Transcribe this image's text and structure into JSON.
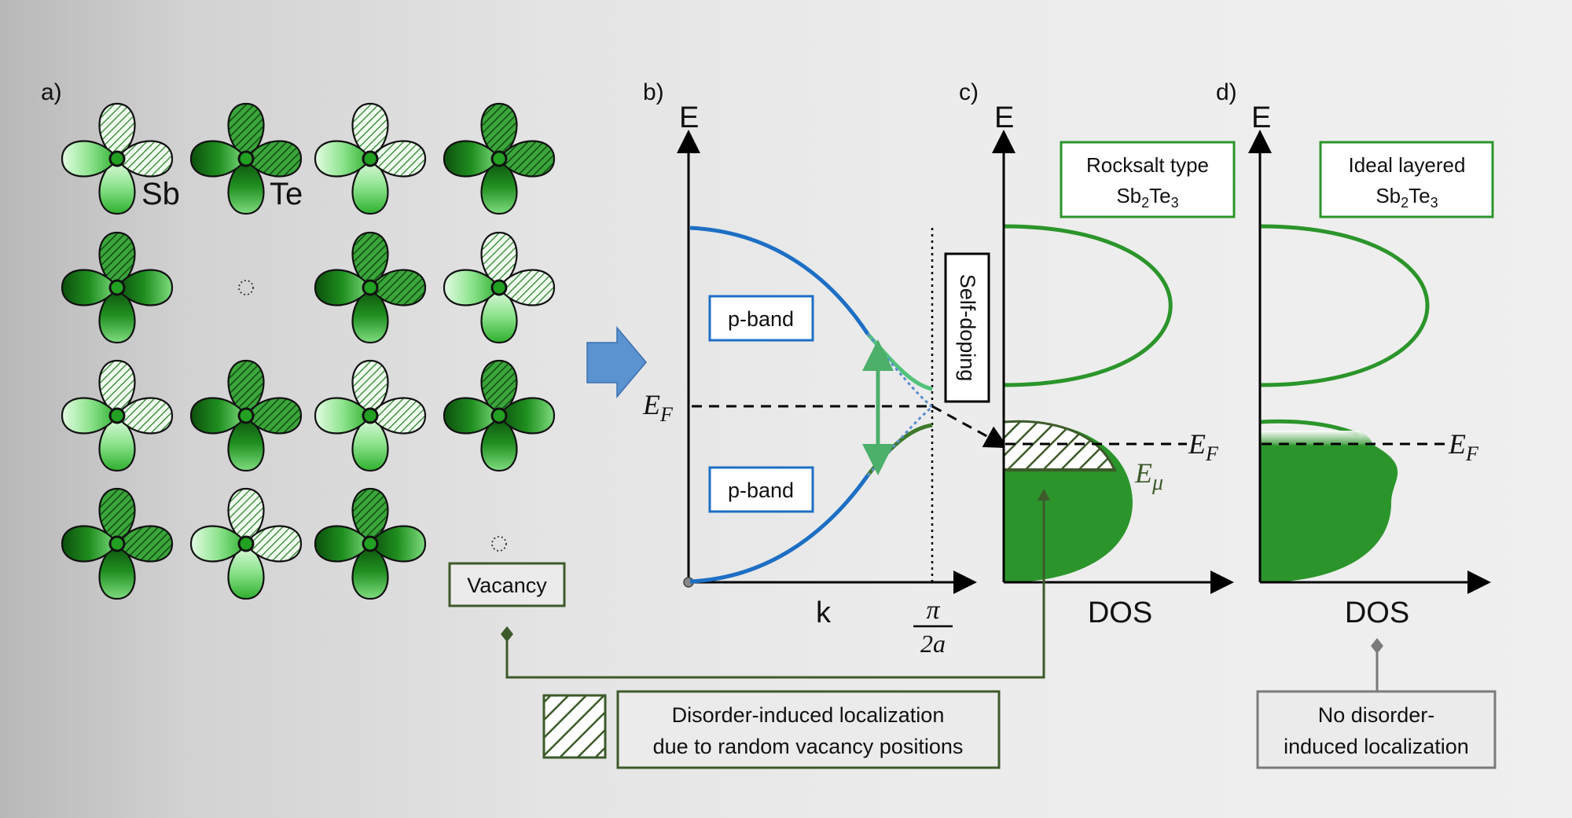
{
  "panel_labels": {
    "a": "a)",
    "b": "b)",
    "c": "c)",
    "d": "d)"
  },
  "atoms": {
    "sb": "Sb",
    "te": "Te"
  },
  "vacancy_label": "Vacancy",
  "panel_b": {
    "y_axis": "E",
    "x_axis": "k",
    "upper_band": "p-band",
    "lower_band": "p-band",
    "fermi_main": "E",
    "fermi_sub": "F",
    "zone_edge_numerator": "π",
    "zone_edge_denominator": "2a",
    "self_doping": "Self-doping"
  },
  "panel_c": {
    "y_axis": "E",
    "x_axis": "DOS",
    "title_line1": "Rocksalt type",
    "title_line2_main": "Sb",
    "title_line2_sub1": "2",
    "title_line2_mid": "Te",
    "title_line2_sub2": "3",
    "fermi_main": "E",
    "fermi_sub": "F",
    "mobility_main": "E",
    "mobility_sub": "μ"
  },
  "panel_d": {
    "y_axis": "E",
    "x_axis": "DOS",
    "title_line1": "Ideal layered",
    "title_line2_main": "Sb",
    "title_line2_sub1": "2",
    "title_line2_mid": "Te",
    "title_line2_sub2": "3",
    "fermi_main": "E",
    "fermi_sub": "F"
  },
  "legend_localization_line1": "Disorder-induced localization",
  "legend_localization_line2": "due to random vacancy positions",
  "legend_none_line1": "No disorder-",
  "legend_none_line2": "induced localization",
  "colors": {
    "green_dark": "#1e6e1e",
    "green_mid": "#2b952b",
    "green_light": "#9de89d",
    "blue_band": "#1d6fc4",
    "arrow_blue": "#5b93d1",
    "olive": "#3d5a2a",
    "gray_frame": "#7a7a7a"
  }
}
